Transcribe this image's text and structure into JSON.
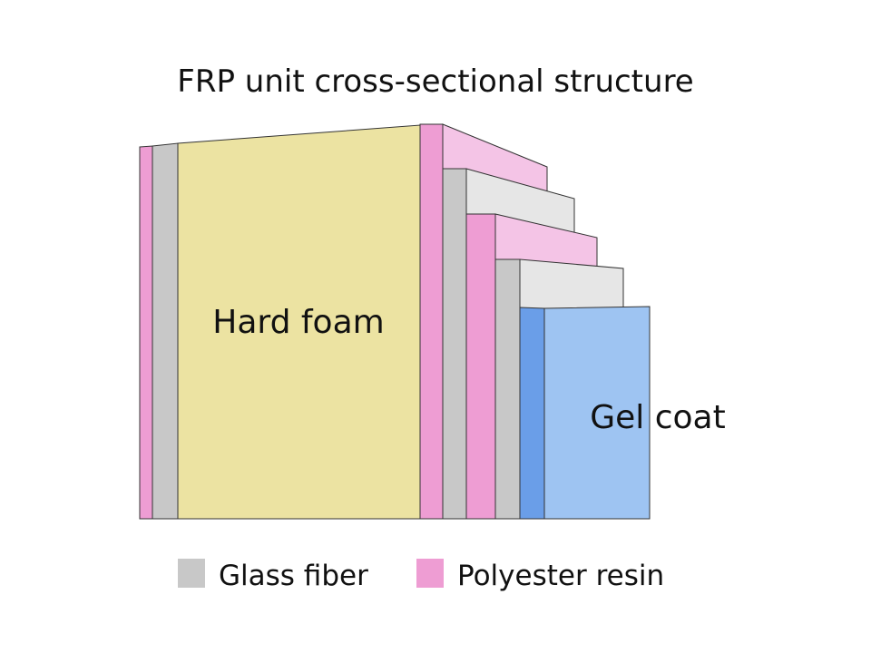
{
  "title": "FRP unit cross-sectional structure",
  "labels": {
    "hard_foam": "Hard foam",
    "gel_coat": "Gel coat"
  },
  "legend": [
    {
      "key": "glass_fiber",
      "label": "Glass fiber",
      "color": "#c8c8c8"
    },
    {
      "key": "polyester_resin",
      "label": "Polyester resin",
      "color": "#ee9dd3"
    }
  ],
  "colors": {
    "polyester_resin": "#ee9dd3",
    "polyester_resin_top": "#f4c4e6",
    "glass_fiber": "#c8c8c8",
    "glass_fiber_top": "#e6e6e6",
    "hard_foam": "#ece3a2",
    "gel_coat_edge": "#6a9ee8",
    "gel_coat": "#9ec4f2",
    "outline": "#333333"
  }
}
